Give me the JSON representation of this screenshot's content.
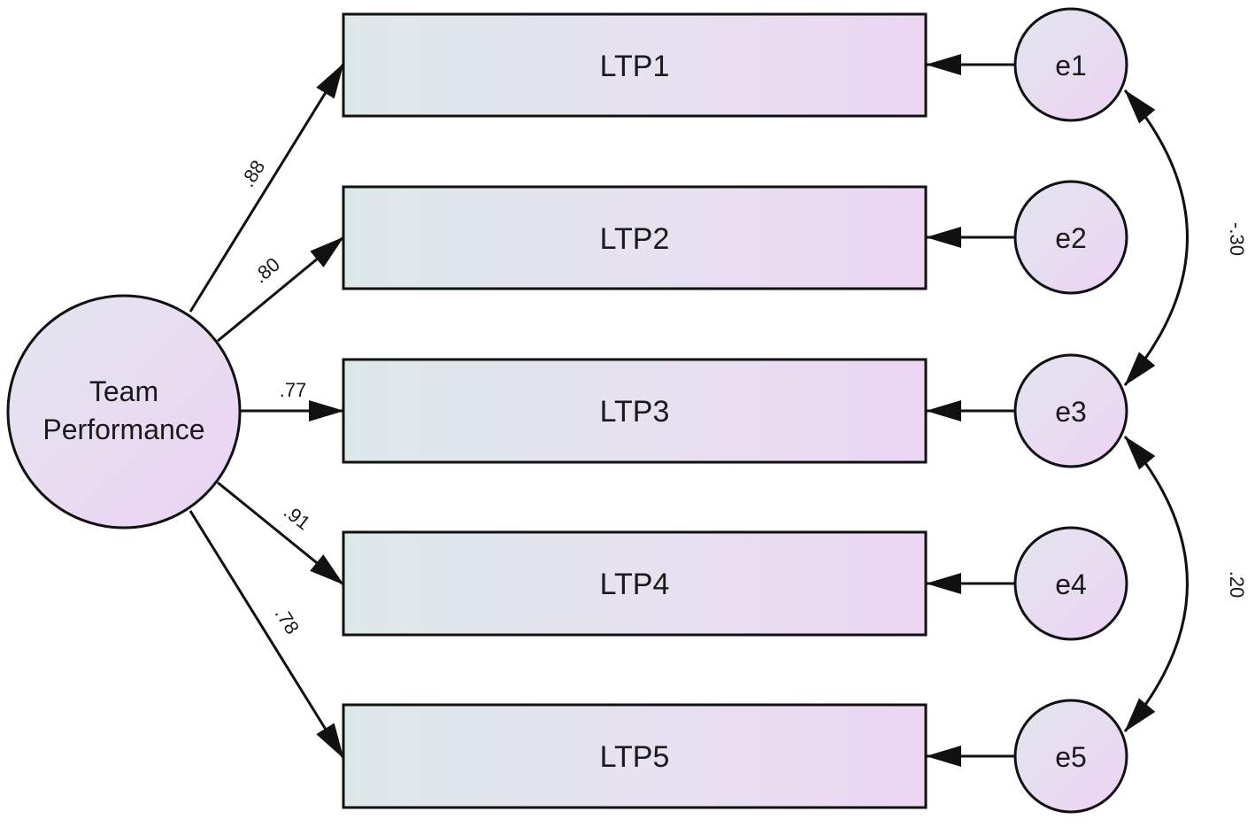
{
  "latent": {
    "label_line1": "Team",
    "label_line2": "Performance"
  },
  "indicators": [
    {
      "label": "LTP1",
      "loading": ".88"
    },
    {
      "label": "LTP2",
      "loading": ".80"
    },
    {
      "label": "LTP3",
      "loading": ".77"
    },
    {
      "label": "LTP4",
      "loading": ".91"
    },
    {
      "label": "LTP5",
      "loading": ".78"
    }
  ],
  "errors": [
    "e1",
    "e2",
    "e3",
    "e4",
    "e5"
  ],
  "covariances": [
    {
      "from": "e1",
      "to": "e3",
      "value": "-.30"
    },
    {
      "from": "e3",
      "to": "e5",
      "value": ".20"
    }
  ],
  "colors": {
    "fill_left": "#dde9e9",
    "fill_right": "#ecd6f3",
    "stroke": "#111111"
  }
}
